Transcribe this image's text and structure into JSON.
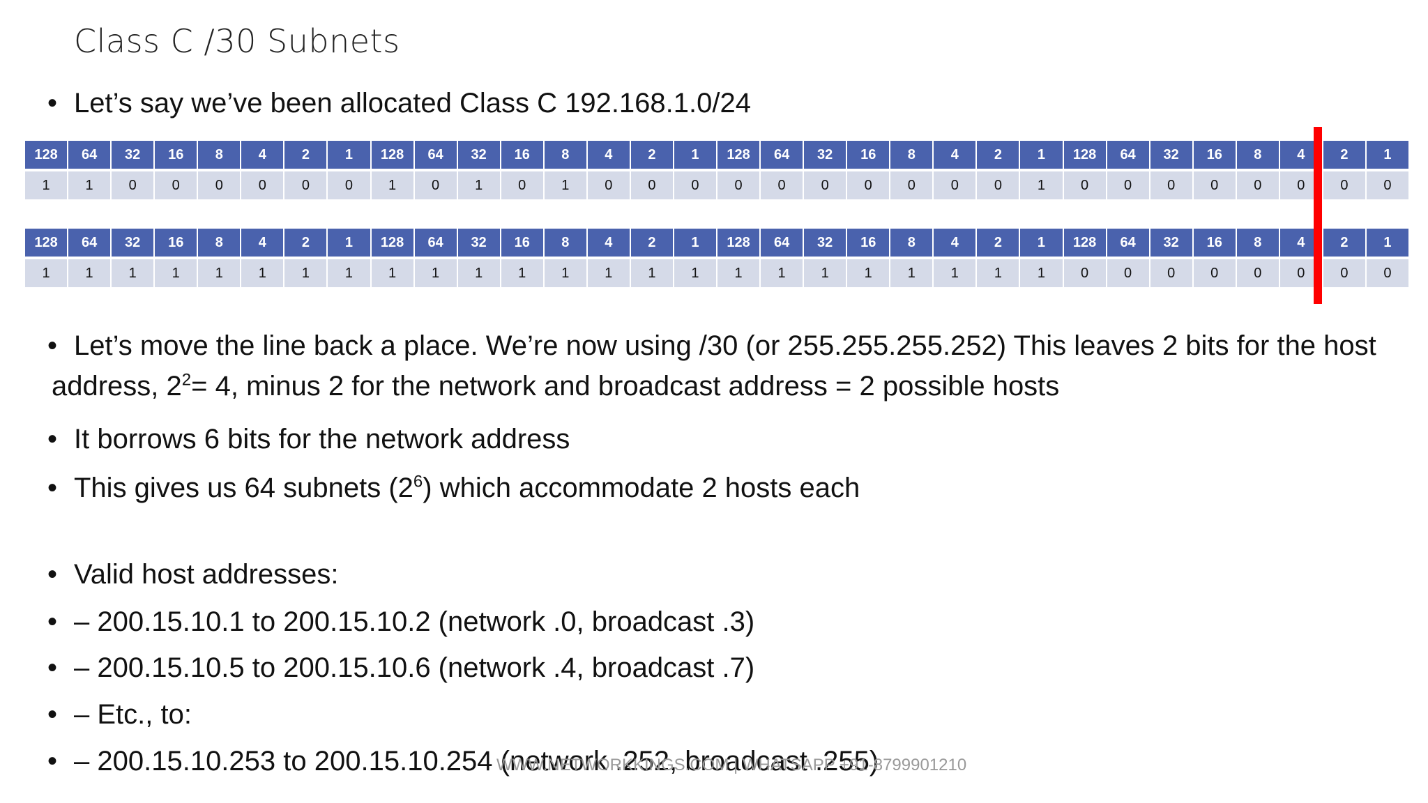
{
  "slide": {
    "title": "Class C /30 Subnets",
    "bullet_dot": "•",
    "intro": "Let’s say we’ve been allocated Class C 192.168.1.0/24",
    "move_line_1": "Let’s move the line back a place. We’re now using /30 (or 255.255.255.252)  This leaves 2 bits for the host",
    "move_line_2a": "address, 2",
    "move_line_2_sup": "2",
    "move_line_2b": "= 4, minus 2 for the network and  broadcast address = 2 possible hosts",
    "borrow": "It borrows 6 bits for the network address",
    "gives_a": "This gives us 64 subnets (2",
    "gives_sup": "6",
    "gives_b": ") which accommodate 2 hosts each",
    "valid": "Valid host addresses:",
    "range1": "– 200.15.10.1 to 200.15.10.2 (network .0, broadcast  .3)",
    "range2": "– 200.15.10.5 to 200.15.10.6 (network .4, broadcast  .7)",
    "etc": "– Etc.,  to:",
    "range3": "– 200.15.10.253 to 200.15.10.254 (network .252, broadcast .255)",
    "footer": "WWW.NETWORKKINGS.COM | WHATSAPP +91-8799901210"
  },
  "bit_tables": [
    {
      "headers": [
        "128",
        "64",
        "32",
        "16",
        "8",
        "4",
        "2",
        "1",
        "128",
        "64",
        "32",
        "16",
        "8",
        "4",
        "2",
        "1",
        "128",
        "64",
        "32",
        "16",
        "8",
        "4",
        "2",
        "1",
        "128",
        "64",
        "32",
        "16",
        "8",
        "4",
        "2",
        "1"
      ],
      "values": [
        "1",
        "1",
        "0",
        "0",
        "0",
        "0",
        "0",
        "0",
        "1",
        "0",
        "1",
        "0",
        "1",
        "0",
        "0",
        "0",
        "0",
        "0",
        "0",
        "0",
        "0",
        "0",
        "0",
        "1",
        "0",
        "0",
        "0",
        "0",
        "0",
        "0",
        "0",
        "0"
      ]
    },
    {
      "headers": [
        "128",
        "64",
        "32",
        "16",
        "8",
        "4",
        "2",
        "1",
        "128",
        "64",
        "32",
        "16",
        "8",
        "4",
        "2",
        "1",
        "128",
        "64",
        "32",
        "16",
        "8",
        "4",
        "2",
        "1",
        "128",
        "64",
        "32",
        "16",
        "8",
        "4",
        "2",
        "1"
      ],
      "values": [
        "1",
        "1",
        "1",
        "1",
        "1",
        "1",
        "1",
        "1",
        "1",
        "1",
        "1",
        "1",
        "1",
        "1",
        "1",
        "1",
        "1",
        "1",
        "1",
        "1",
        "1",
        "1",
        "1",
        "1",
        "0",
        "0",
        "0",
        "0",
        "0",
        "0",
        "0",
        "0"
      ]
    }
  ],
  "colors": {
    "header_bg": "#4a62ad",
    "value_bg": "#d5dae8",
    "divider": "#ff0000"
  }
}
